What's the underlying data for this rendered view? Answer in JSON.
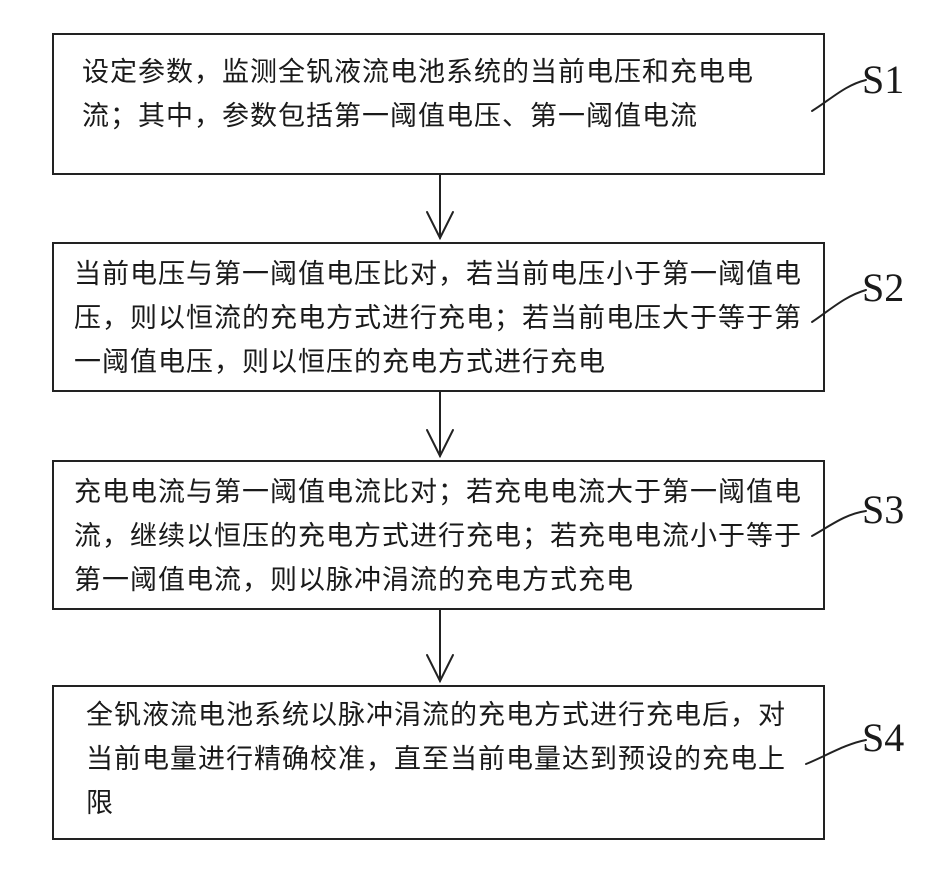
{
  "steps": [
    {
      "id": "s1",
      "label": "S1",
      "text": "设定参数，监测全钒液流电池系统的当前电压和充电电流；其中，参数包括第一阈值电压、第一阈值电流"
    },
    {
      "id": "s2",
      "label": "S2",
      "text": "当前电压与第一阈值电压比对，若当前电压小于第一阈值电压，则以恒流的充电方式进行充电；若当前电压大于等于第一阈值电压，则以恒压的充电方式进行充电"
    },
    {
      "id": "s3",
      "label": "S3",
      "text": "充电电流与第一阈值电流比对；若充电电流大于第一阈值电流，继续以恒压的充电方式进行充电；若充电电流小于等于第一阈值电流，则以脉冲涓流的充电方式充电"
    },
    {
      "id": "s4",
      "label": "S4",
      "text": "全钒液流电池系统以脉冲涓流的充电方式进行充电后，对当前电量进行精确校准，直至当前电量达到预设的充电上限"
    }
  ]
}
